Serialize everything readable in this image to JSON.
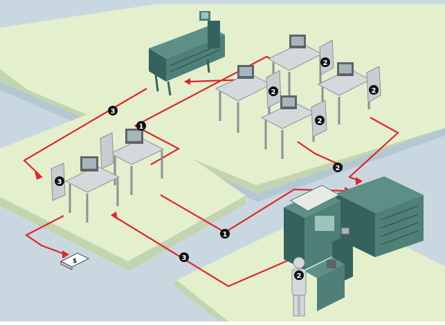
{
  "colors": {
    "background": "#c9d8e0",
    "road": "#b4c8d2",
    "platform_top": "#e3efcd",
    "platform_edge": "#c2d5b0",
    "equipment": "#4f8078",
    "equipment_dark": "#35625c",
    "furniture": "#cfd4d6",
    "furniture_edge": "#8a9196",
    "flow_line": "#e1242b",
    "badge": "#111111",
    "badge_text": "#ffffff"
  },
  "steps": [
    {
      "label": "❶",
      "step": 1
    },
    {
      "label": "❶",
      "step": 1
    },
    {
      "label": "❷",
      "step": 2
    },
    {
      "label": "❷",
      "step": 2
    },
    {
      "label": "❷",
      "step": 2
    },
    {
      "label": "❷",
      "step": 2
    },
    {
      "label": "❷",
      "step": 2
    },
    {
      "label": "❷",
      "step": 2
    },
    {
      "label": "❸",
      "step": 3
    },
    {
      "label": "❸",
      "step": 3
    },
    {
      "label": "❸",
      "step": 3
    }
  ],
  "money_symbol": "$",
  "icons": {
    "plotter": "wide-format-plotter-icon",
    "mainframe": "mainframe-server-icon",
    "workstation": "computer-workstation-icon",
    "operator": "person-icon",
    "money": "money-bill-icon"
  }
}
